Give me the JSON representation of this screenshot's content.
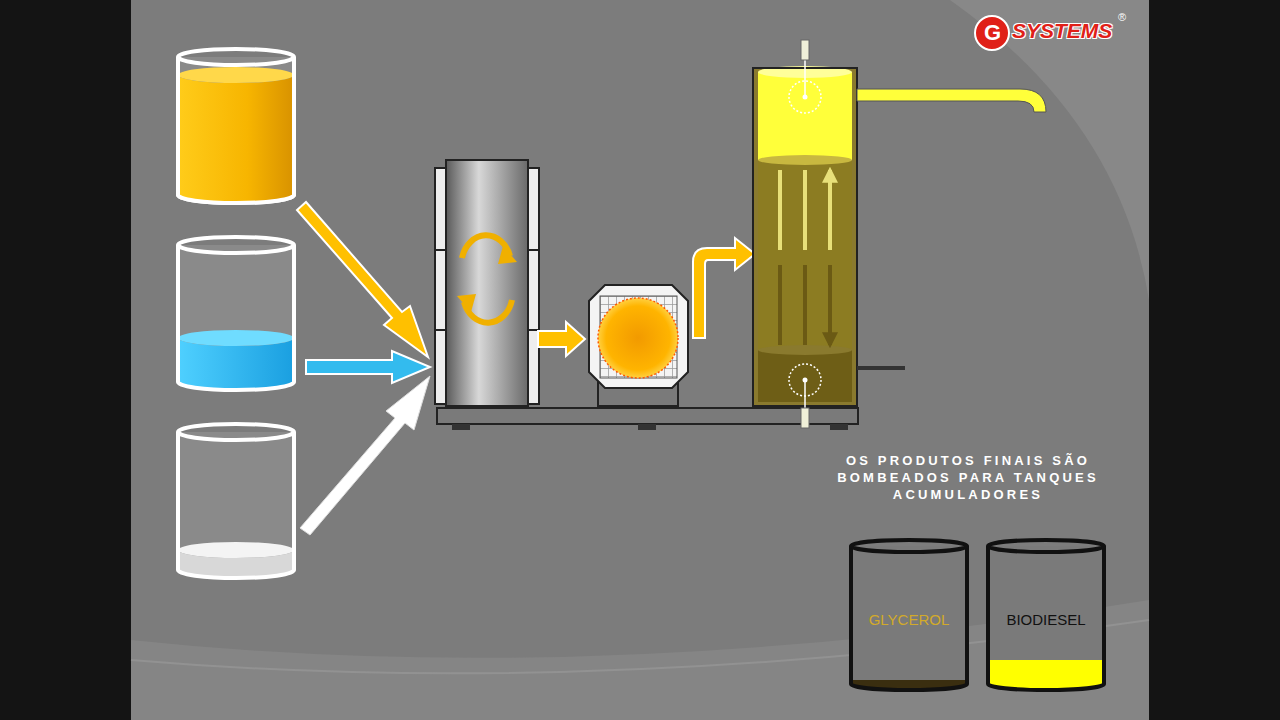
{
  "diagram": {
    "nodes": [
      {
        "text": [
          "GLYCEROL"
        ]
      },
      {
        "text": [
          "BIODIESEL"
        ]
      }
    ],
    "labels": [
      "G",
      "SYSTEMS",
      "®",
      "OS PRODUTOS FINAIS SÃO BOMBEADOS PARA TANQUES ACUMULADORES"
    ]
  }
}
